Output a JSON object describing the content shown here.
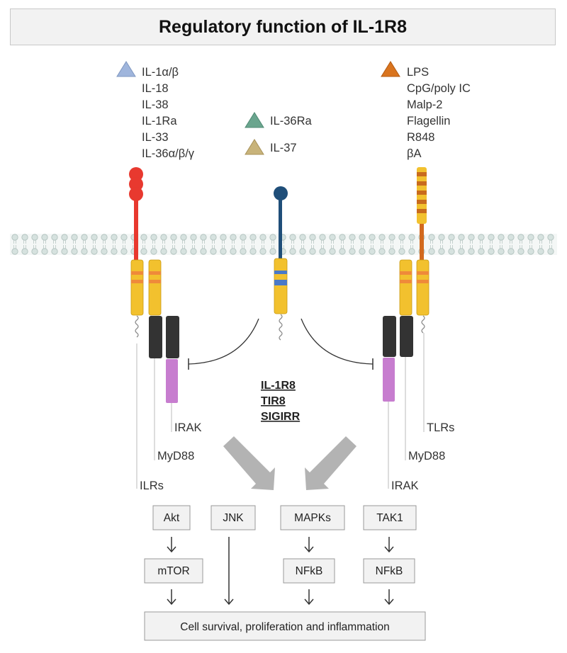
{
  "title": "Regulatory function of IL-1R8",
  "ligands": {
    "left": [
      "IL-1α/β",
      "IL-18",
      "IL-38",
      "IL-1Ra",
      "IL-33",
      "IL-36α/β/γ"
    ],
    "center": [
      "IL-36Ra",
      "IL-37"
    ],
    "right": [
      "LPS",
      "CpG/poly IC",
      "Malp-2",
      "Flagellin",
      "R848",
      "βA"
    ]
  },
  "receptor_labels": {
    "left_irak": "IRAK",
    "left_myd88": "MyD88",
    "left_ilrs": "ILRs",
    "right_tlrs": "TLRs",
    "right_myd88": "MyD88",
    "right_irak": "IRAK"
  },
  "center_names": [
    "IL-1R8",
    "TIR8",
    "SIGIRR"
  ],
  "pathway": {
    "col1": [
      "Akt",
      "mTOR"
    ],
    "col2": [
      "JNK"
    ],
    "col3": [
      "MAPKs",
      "NFkB"
    ],
    "col4": [
      "TAK1",
      "NFkB"
    ],
    "outcome": "Cell survival, proliferation and inflammation"
  },
  "colors": {
    "il1_triangle": "#9fb5dc",
    "il36ra_triangle": "#6aa58e",
    "il37_triangle": "#c8b37a",
    "lps_triangle": "#d9741e",
    "left_receptor": "#e8392f",
    "center_receptor": "#1f4e79",
    "right_receptor": "#d2691e",
    "tir_domain": "#f2c12e",
    "tir_band": "#ef8a3a",
    "adaptor_dark": "#333333",
    "irak": "#c77dcf"
  }
}
